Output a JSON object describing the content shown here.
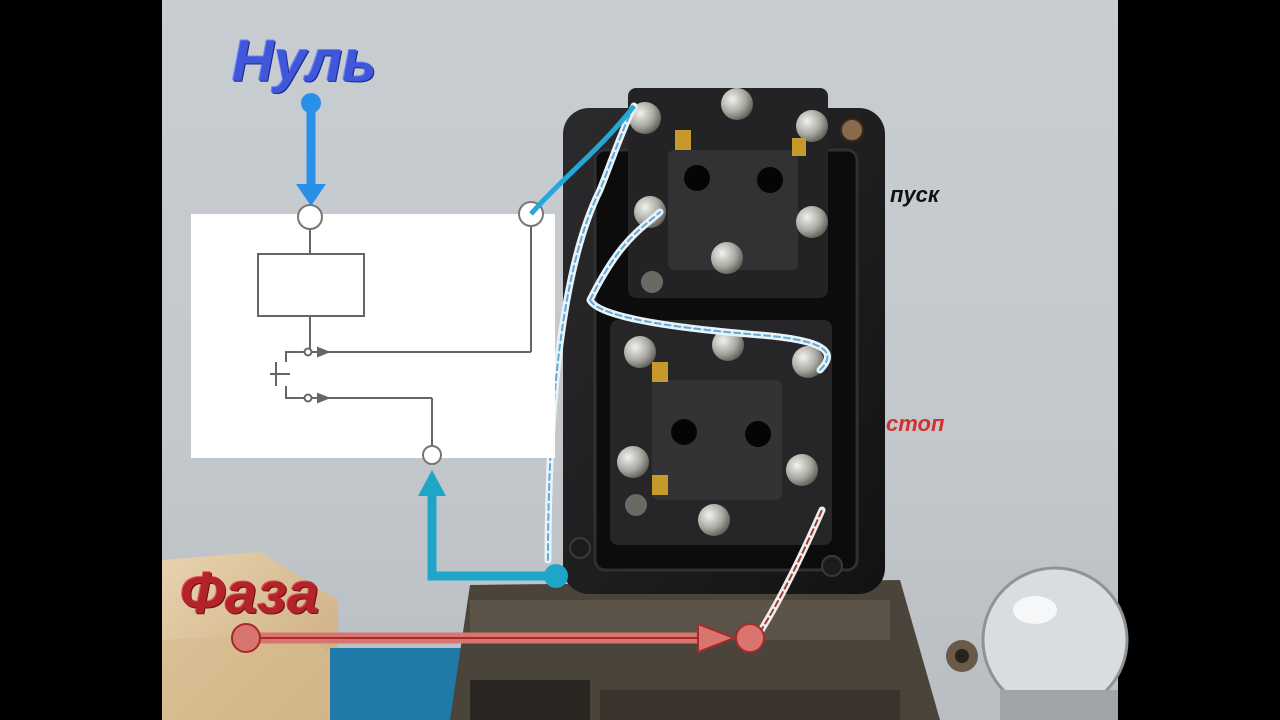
{
  "labels": {
    "neutral": "Нуль",
    "phase": "Фаза",
    "start": "пуск",
    "stop": "стоп"
  },
  "colors": {
    "neutral": "#3f57d8",
    "phase": "#b2242a",
    "neutral_wire": "#2a8fe6",
    "control_wire": "#27a7d6",
    "phase_wire": "#c0393c",
    "stop_label": "#d43030"
  },
  "icons": [
    "neutral-arrow-icon",
    "phase-arrow-icon",
    "control-arrow-icon",
    "push-button-switch-icon"
  ]
}
